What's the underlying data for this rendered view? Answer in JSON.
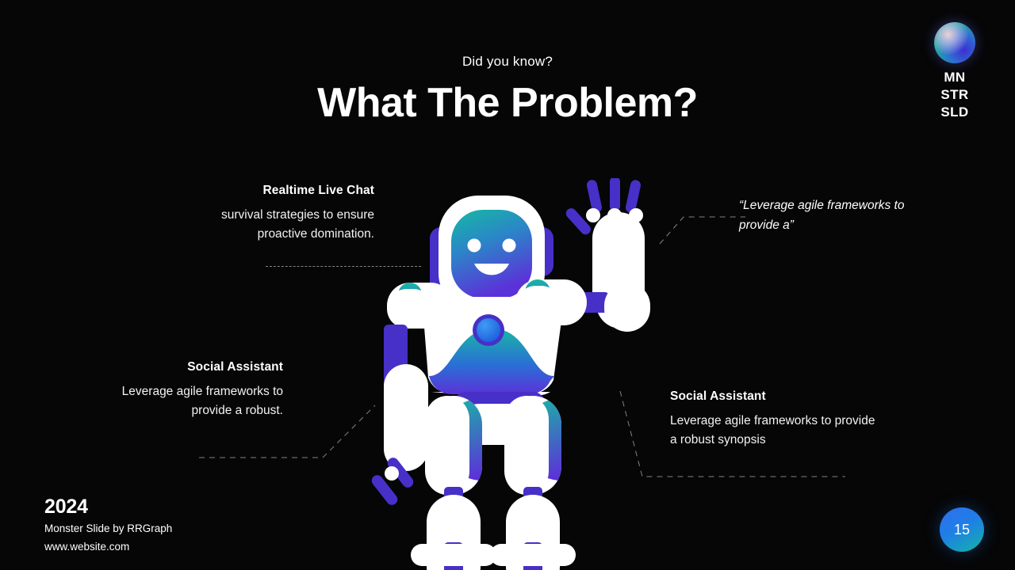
{
  "header": {
    "eyebrow": "Did you know?",
    "title": "What The Problem?"
  },
  "logo": {
    "name": "monster-slide-logo",
    "line1": "MN",
    "line2": "STR",
    "line3": "SLD",
    "orb_colors": [
      "#7f8fe0",
      "#3b2fd0",
      "#1ea8a0",
      "#ffd6d6"
    ]
  },
  "callouts": [
    {
      "id": "realtime-live-chat",
      "title": "Realtime Live Chat",
      "body": "survival strategies to ensure proactive domination.",
      "align": "right"
    },
    {
      "id": "social-assistant-left",
      "title": "Social Assistant",
      "body": "Leverage agile frameworks to provide a robust.",
      "align": "right"
    },
    {
      "id": "social-assistant-right",
      "title": "Social Assistant",
      "body": "Leverage agile frameworks to provide a robust synopsis",
      "align": "left"
    }
  ],
  "quote": {
    "text": "“Leverage agile frameworks to provide a”"
  },
  "footer": {
    "year": "2024",
    "credit": "Monster Slide by RRGraph",
    "website": "www.website.com"
  },
  "page_number": "15",
  "theme": {
    "background": "#060607",
    "text": "#ffffff",
    "accent_purple": "#4630c8",
    "accent_teal": "#17b6a8",
    "accent_blue": "#1f7ee6",
    "dash_line": "#ebebf0"
  },
  "robot": {
    "name": "waving-robot-illustration",
    "face_gradient": [
      "#18b6a5",
      "#5b3ad6"
    ],
    "body_color": "#ffffff",
    "joint_color": "#4630c8",
    "core_button_color": "#1f7ee6"
  }
}
